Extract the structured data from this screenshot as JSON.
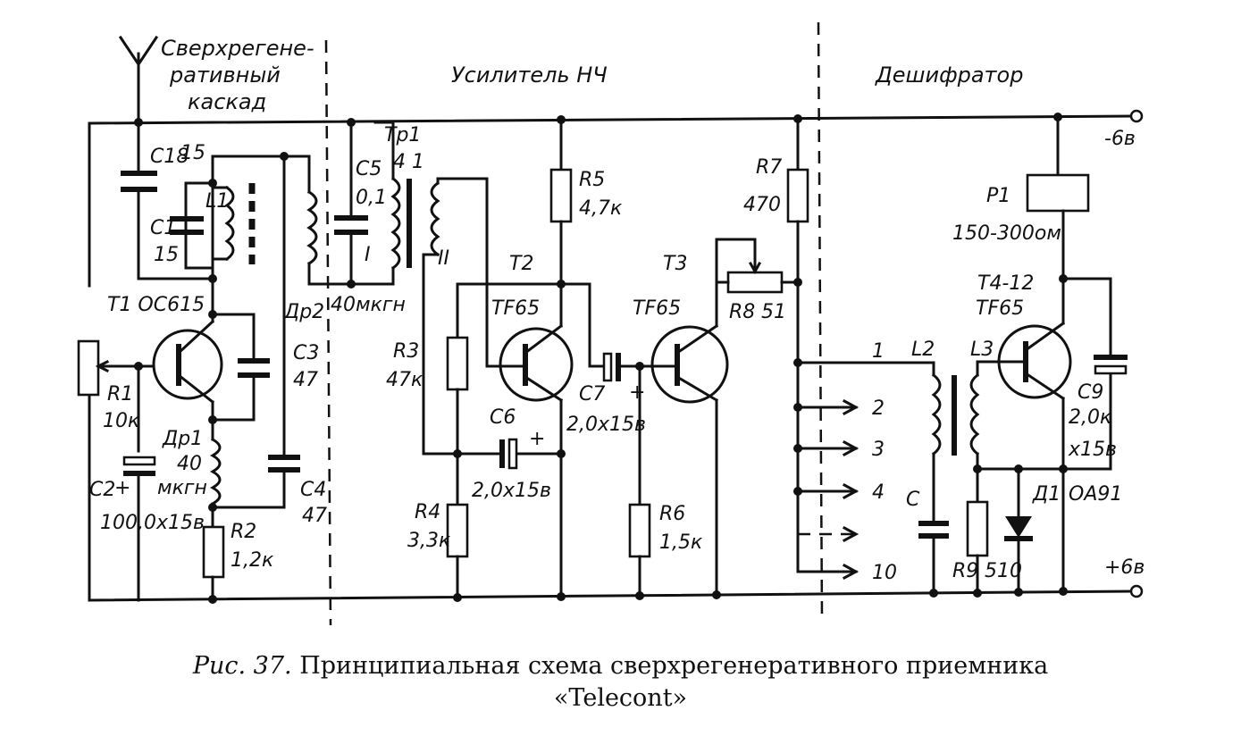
{
  "sections": {
    "superregen": [
      "Сверхрегене-",
      "ративный",
      "каскад"
    ],
    "amplifier": "Усилитель НЧ",
    "decoder": "Дешифратор"
  },
  "supply": {
    "minus": "-6в",
    "plus": "+6в"
  },
  "labels": {
    "c18": "C18",
    "c18v": "15",
    "c1": "C1",
    "c1v": "15",
    "l1": "L1",
    "t1": "T1 OC615",
    "r1": "R1",
    "r1v": "10к",
    "c2": "C2",
    "c2v": "100,0x15в",
    "dr1": "Др1",
    "dr1v": "40",
    "dr1u": "мкгн",
    "r2": "R2",
    "r2v": "1,2к",
    "c3": "C3",
    "c3v": "47",
    "c4": "C4",
    "c4v": "47",
    "dr2": "Др2",
    "dr2v": "40мкгн",
    "c5": "C5",
    "c5v": "0,1",
    "tr1": "Tp1",
    "tr1pins": "4 1",
    "tr1w1": "I",
    "tr1w2": "II",
    "r3": "R3",
    "r3v": "47к",
    "r4": "R4",
    "r4v": "3,3к",
    "c6": "C6",
    "c6v": "2,0x15в",
    "r5": "R5",
    "r5v": "4,7к",
    "t2": "T2",
    "t2t": "TF65",
    "c7": "C7",
    "c7v": "2,0x15в",
    "r6": "R6",
    "r6v": "1,5к",
    "t3": "T3",
    "t3t": "TF65",
    "r7": "R7",
    "r7v": "470",
    "r8": "R8",
    "r8v": "51",
    "taps": [
      "1",
      "2",
      "3",
      "4",
      "10"
    ],
    "l2": "L2",
    "c": "C",
    "l3": "L3",
    "r9": "R9",
    "r9v": "510",
    "p1": "P1",
    "p1v": "150-300ом",
    "t4": "T4-12",
    "t4t": "TF65",
    "c9": "C9",
    "c9v": "2,0к",
    "c9v2": "x15в",
    "d1": "Д1",
    "d1t": "OA91",
    "plus": "+"
  },
  "caption": {
    "fig": "Рис. 37.",
    "line1": "Принципиальная схема сверхрегенеративного приемника",
    "line2": "«Telecont»"
  }
}
